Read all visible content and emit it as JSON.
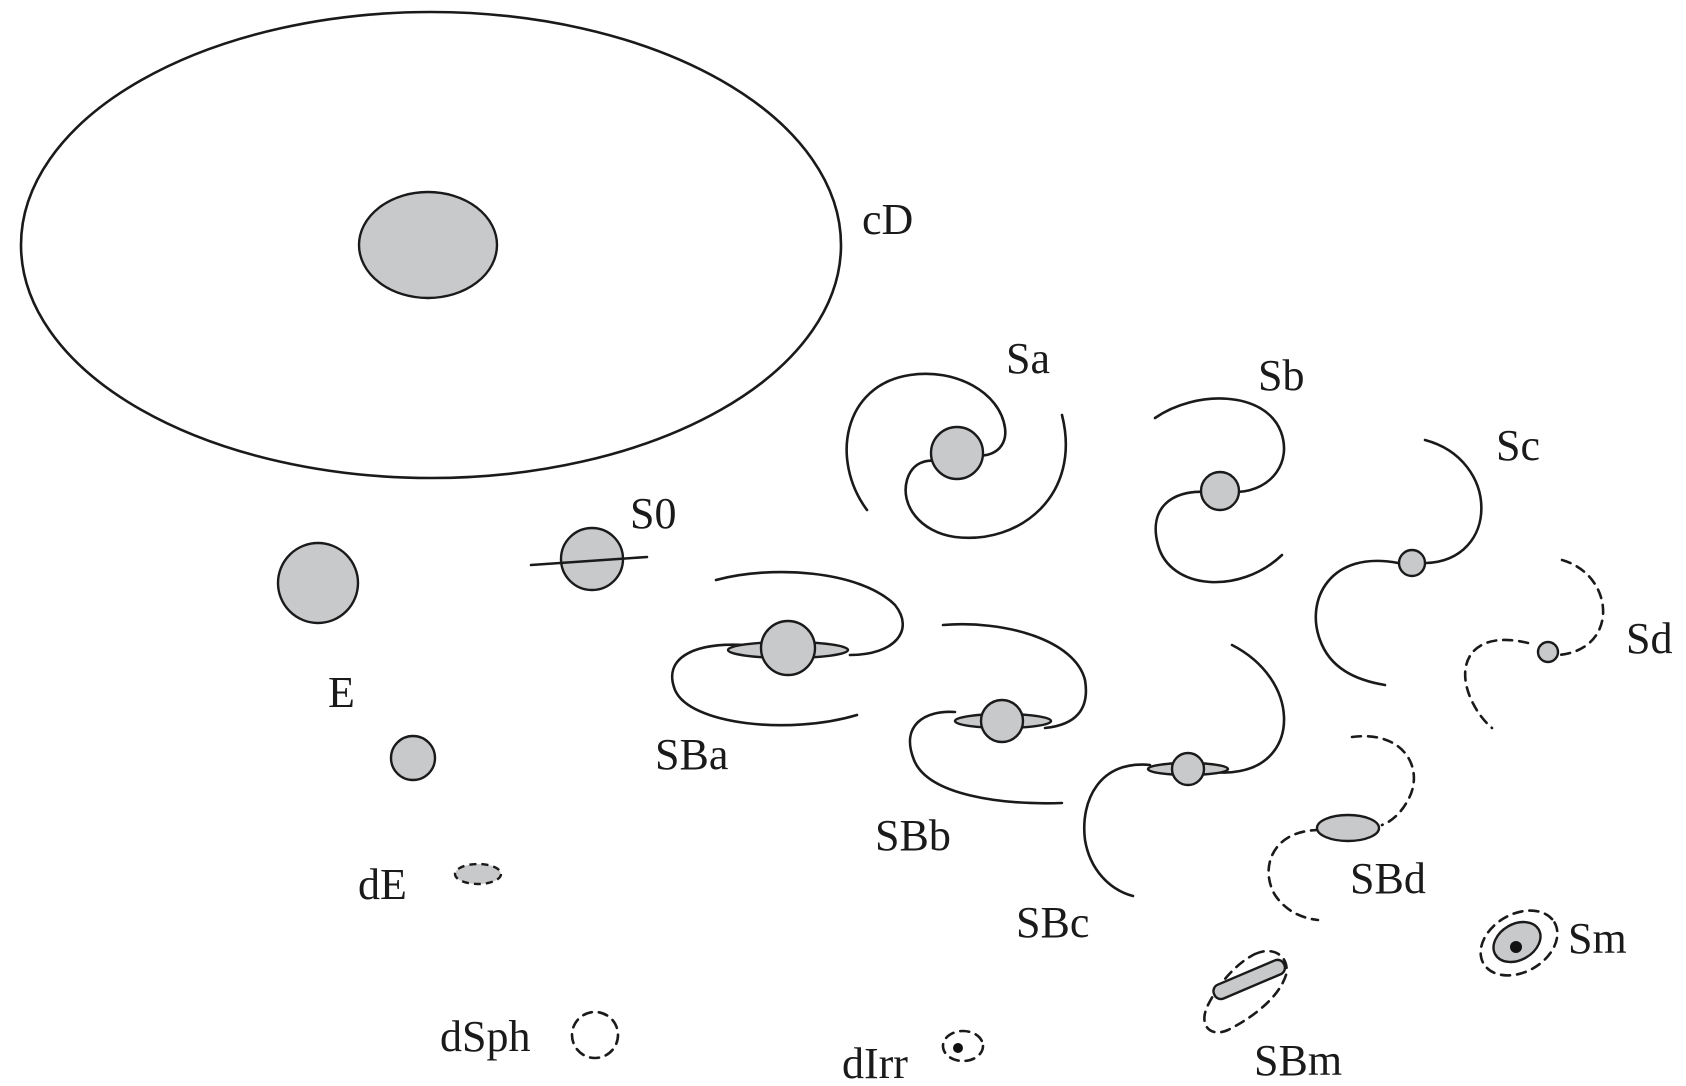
{
  "colors": {
    "bulge_fill": "#c8c9cb",
    "stroke": "#1a1a1a",
    "background": "#ffffff"
  },
  "labels": {
    "cD": "cD",
    "E": "E",
    "S0": "S0",
    "Sa": "Sa",
    "Sb": "Sb",
    "Sc": "Sc",
    "Sd": "Sd",
    "Sm": "Sm",
    "SBa": "SBa",
    "SBb": "SBb",
    "SBc": "SBc",
    "SBd": "SBd",
    "SBm": "SBm",
    "dE": "dE",
    "dSph": "dSph",
    "dIrr": "dIrr"
  }
}
